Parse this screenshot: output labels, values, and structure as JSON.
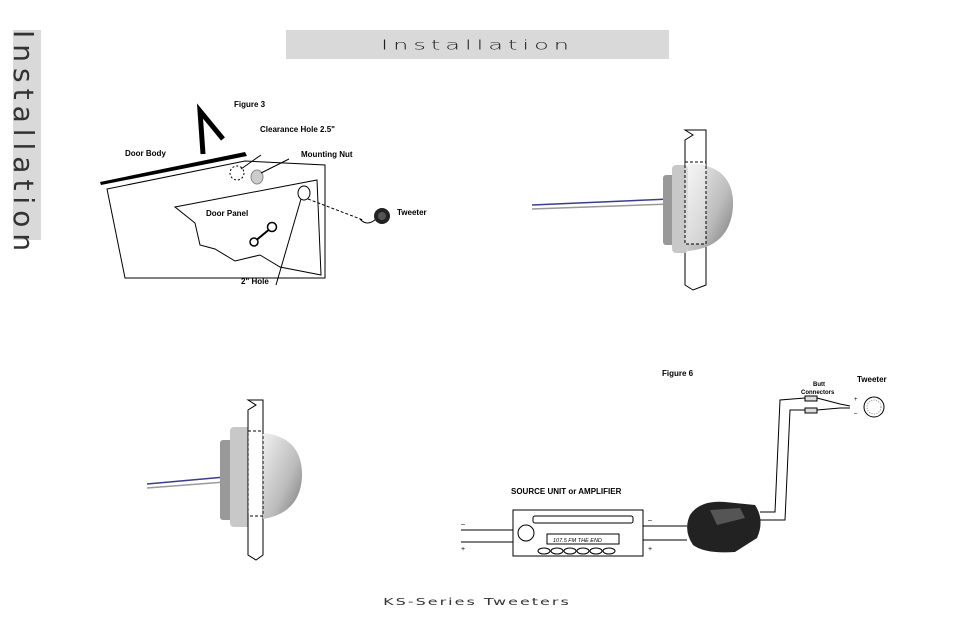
{
  "header": {
    "title": "Installation"
  },
  "side_tab": {
    "label": "Installation"
  },
  "footer": {
    "title": "KS-Series Tweeters"
  },
  "figure3": {
    "caption": "Figure 3",
    "labels": {
      "door_body": "Door Body",
      "clearance_hole": "Clearance Hole 2.5\"",
      "mounting_nut": "Mounting Nut",
      "door_panel": "Door Panel",
      "tweeter": "Tweeter",
      "two_inch_hole": "2\" Hole"
    }
  },
  "figure6": {
    "caption": "Figure 6",
    "labels": {
      "butt_connectors_1": "Butt",
      "butt_connectors_2": "Connectors",
      "tweeter": "Tweeter",
      "source_unit": "SOURCE UNIT or AMPLIFIER",
      "display": "107.5 FM THE END",
      "minus": "–",
      "plus": "+"
    }
  }
}
